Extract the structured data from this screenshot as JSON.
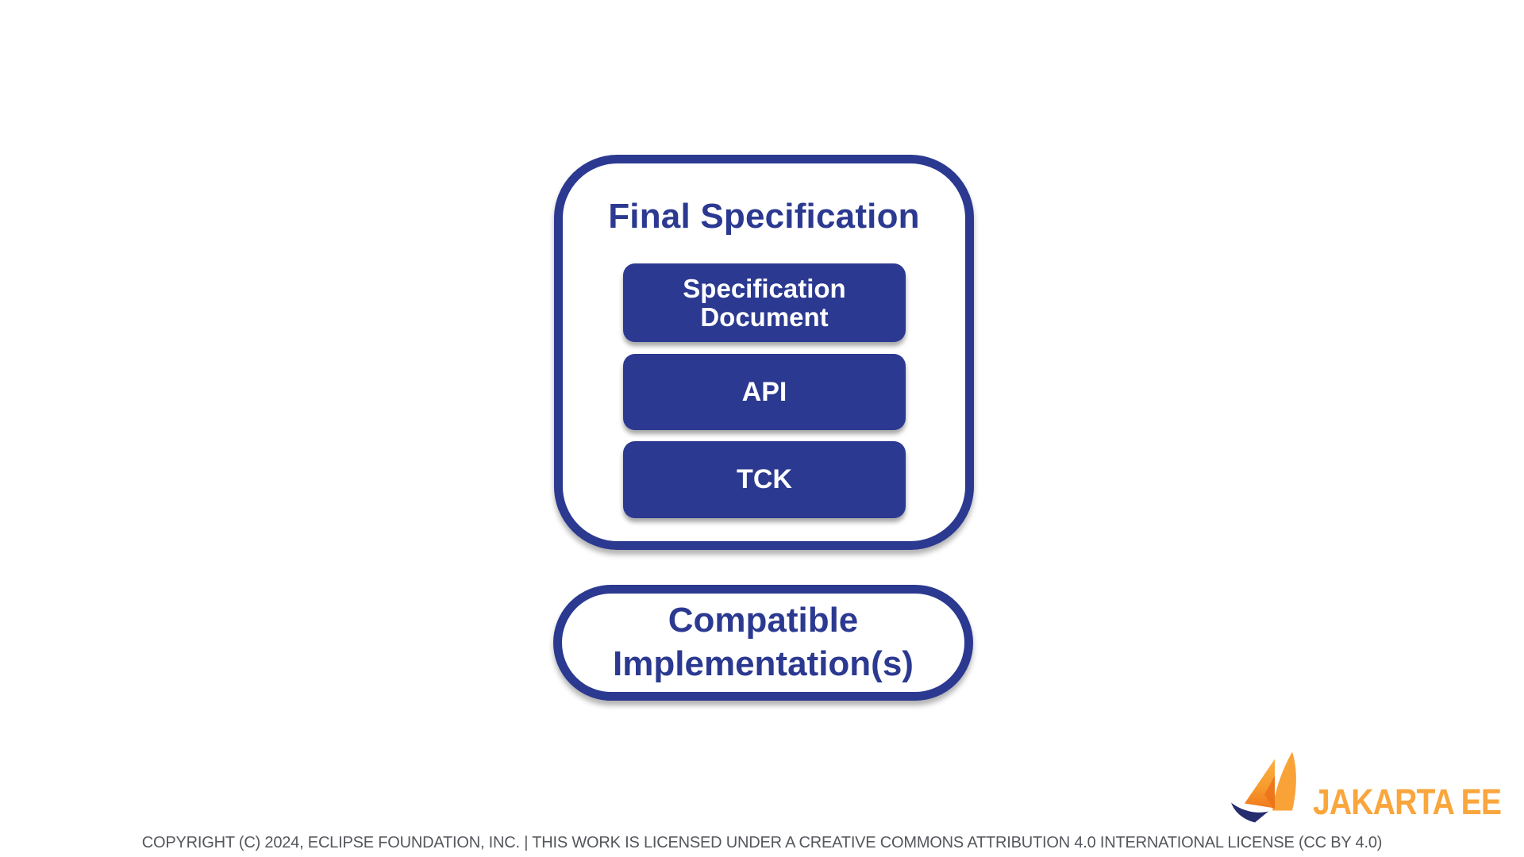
{
  "slide": {
    "background": "#FFFFFF"
  },
  "final_specification": {
    "title": "Final Specification",
    "boxes": [
      {
        "lines": [
          "Specification",
          "Document"
        ]
      },
      {
        "lines": [
          "API"
        ]
      },
      {
        "lines": [
          "TCK"
        ]
      }
    ]
  },
  "compatible_implementations": {
    "line1": "Compatible",
    "line2": "Implementation(s)"
  },
  "branding": {
    "logo_text": "JAKARTA EE",
    "logo_icon": "sailboat-icon"
  },
  "footer": {
    "copyright": "COPYRIGHT (C) 2024, ECLIPSE FOUNDATION, INC. | THIS WORK IS LICENSED UNDER A CREATIVE COMMONS ATTRIBUTION 4.0 INTERNATIONAL LICENSE (CC BY 4.0)"
  },
  "colors": {
    "brand_blue": "#2B3990",
    "text_on_blue": "#FFFFFF",
    "logo_orange": "#F9A63D",
    "sail_back_orange": "#F9A238",
    "sail_front_top": "#FBAD42",
    "sail_front_bottom": "#F07A1E",
    "hull_navy": "#262D6E",
    "footer_gray": "#54575C"
  }
}
